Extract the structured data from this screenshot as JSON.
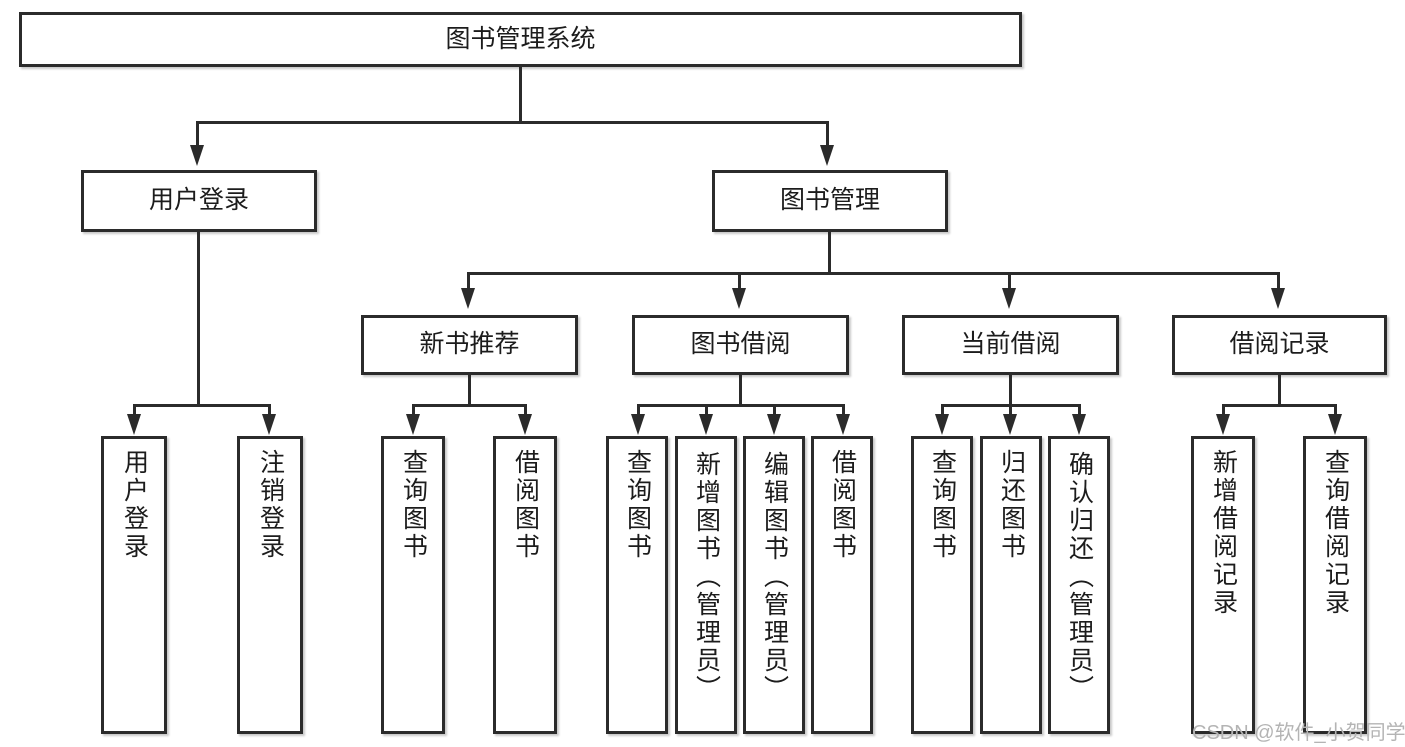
{
  "diagram": {
    "type": "tree-hierarchy",
    "title": "图书管理系统",
    "watermark": "CSDN @软件_小贺同学",
    "colors": {
      "box_border": "#2b2b2b",
      "box_fill": "#ffffff",
      "connector": "#2b2b2b",
      "text": "#1c1c1c",
      "watermark": "#b4b4b4",
      "background": "#ffffff"
    },
    "levels": {
      "root": "图书管理系统",
      "level2": [
        "用户登录",
        "图书管理"
      ],
      "level3": [
        "新书推荐",
        "图书借阅",
        "当前借阅",
        "借阅记录"
      ]
    },
    "nodes": {
      "root": {
        "label": "图书管理系统"
      },
      "user_login": {
        "label": "用户登录"
      },
      "book_manage": {
        "label": "图书管理"
      },
      "new_book_rec": {
        "label": "新书推荐"
      },
      "book_borrow": {
        "label": "图书借阅"
      },
      "current_borrow": {
        "label": "当前借阅"
      },
      "borrow_record": {
        "label": "借阅记录"
      }
    },
    "leaves": {
      "user_login": [
        {
          "label": "用户登录"
        },
        {
          "label": "注销登录"
        }
      ],
      "new_book_rec": [
        {
          "label": "查询图书"
        },
        {
          "label": "借阅图书"
        }
      ],
      "book_borrow": [
        {
          "label": "查询图书"
        },
        {
          "label": "新增图书（管理员）"
        },
        {
          "label": "编辑图书（管理员）"
        },
        {
          "label": "借阅图书"
        }
      ],
      "current_borrow": [
        {
          "label": "查询图书"
        },
        {
          "label": "归还图书"
        },
        {
          "label": "确认归还（管理员）"
        }
      ],
      "borrow_record": [
        {
          "label": "新增借阅记录"
        },
        {
          "label": "查询借阅记录"
        }
      ]
    }
  }
}
